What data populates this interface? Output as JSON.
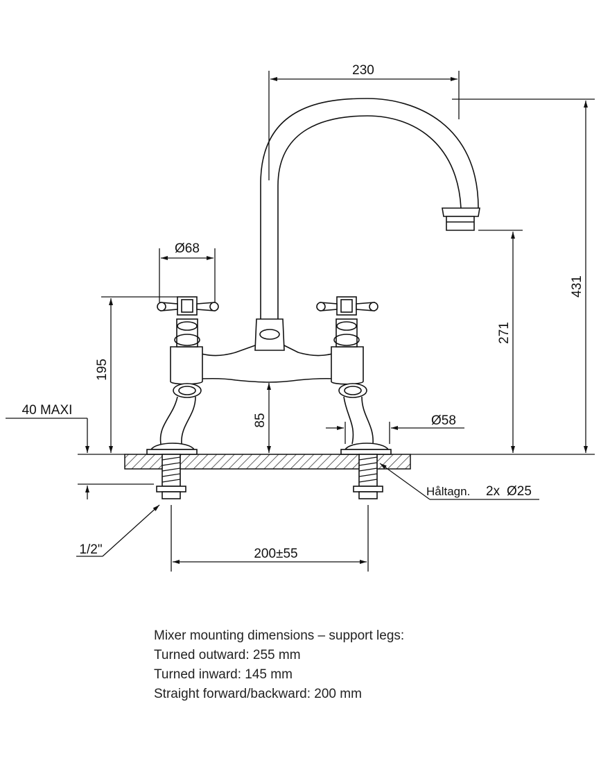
{
  "dimensions": {
    "spout_reach": "230",
    "total_height": "431",
    "spout_height": "271",
    "handle_diameter": "Ø68",
    "handle_height": "195",
    "bridge_height": "85",
    "base_diameter": "Ø58",
    "deck_max": "40 MAXI",
    "thread_size": "1/2\"",
    "centers": "200±55",
    "hole_prefix": "Håltagn.",
    "hole_count": "2x",
    "hole_diameter": "Ø25"
  },
  "notes": {
    "heading": "Mixer mounting dimensions – support legs:",
    "outward": "Turned outward: 255 mm",
    "inward": "Turned inward: 145 mm",
    "straight": "Straight forward/backward: 200 mm"
  }
}
